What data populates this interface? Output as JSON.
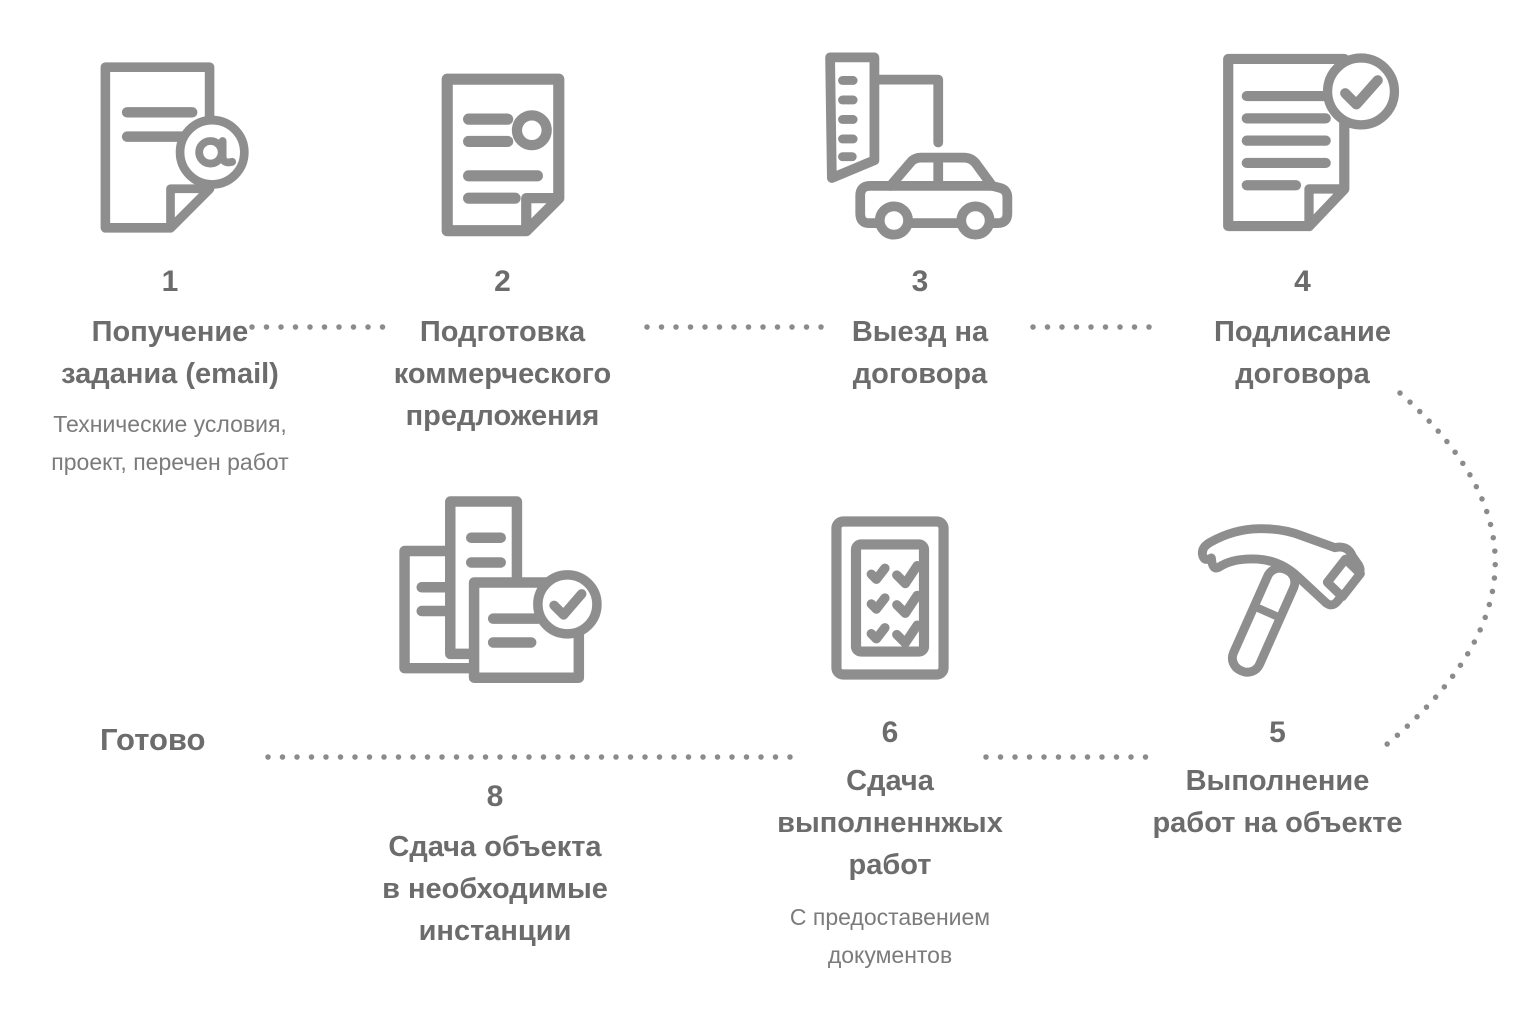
{
  "palette": {
    "icon_gray": "#8e8e8e",
    "title_text": "#6c6c6c",
    "note_text": "#7b7b7b",
    "dot_gray": "#8b8b8b",
    "background": "#ffffff"
  },
  "done_label": "Готово",
  "steps": [
    {
      "num": "1",
      "icon": "email-document-icon",
      "title_lines": [
        "Попучение",
        "заданиа (email)"
      ],
      "note_lines": [
        "Технические условия,",
        "проект, перечен работ"
      ]
    },
    {
      "num": "2",
      "icon": "commercial-offer-document-icon",
      "title_lines": [
        "Подготовка",
        "коммерческого",
        "предложения"
      ],
      "note_lines": []
    },
    {
      "num": "3",
      "icon": "ruler-and-car-icon",
      "title_lines": [
        "Выезд на",
        "договора"
      ],
      "note_lines": []
    },
    {
      "num": "4",
      "icon": "signed-contract-icon",
      "title_lines": [
        "Подлисание",
        "договора"
      ],
      "note_lines": []
    },
    {
      "num": "5",
      "icon": "hammer-icon",
      "title_lines": [
        "Выполнение",
        "работ на объекте"
      ],
      "note_lines": []
    },
    {
      "num": "6",
      "icon": "checklist-icon",
      "title_lines": [
        "Сдача",
        "выполненнжых",
        "работ"
      ],
      "note_lines": [
        "С предоставением",
        "документов"
      ]
    },
    {
      "num": "8",
      "icon": "documents-approved-icon",
      "title_lines": [
        "Сдача объекта",
        "в необходимые",
        "инстанции"
      ],
      "note_lines": []
    }
  ]
}
